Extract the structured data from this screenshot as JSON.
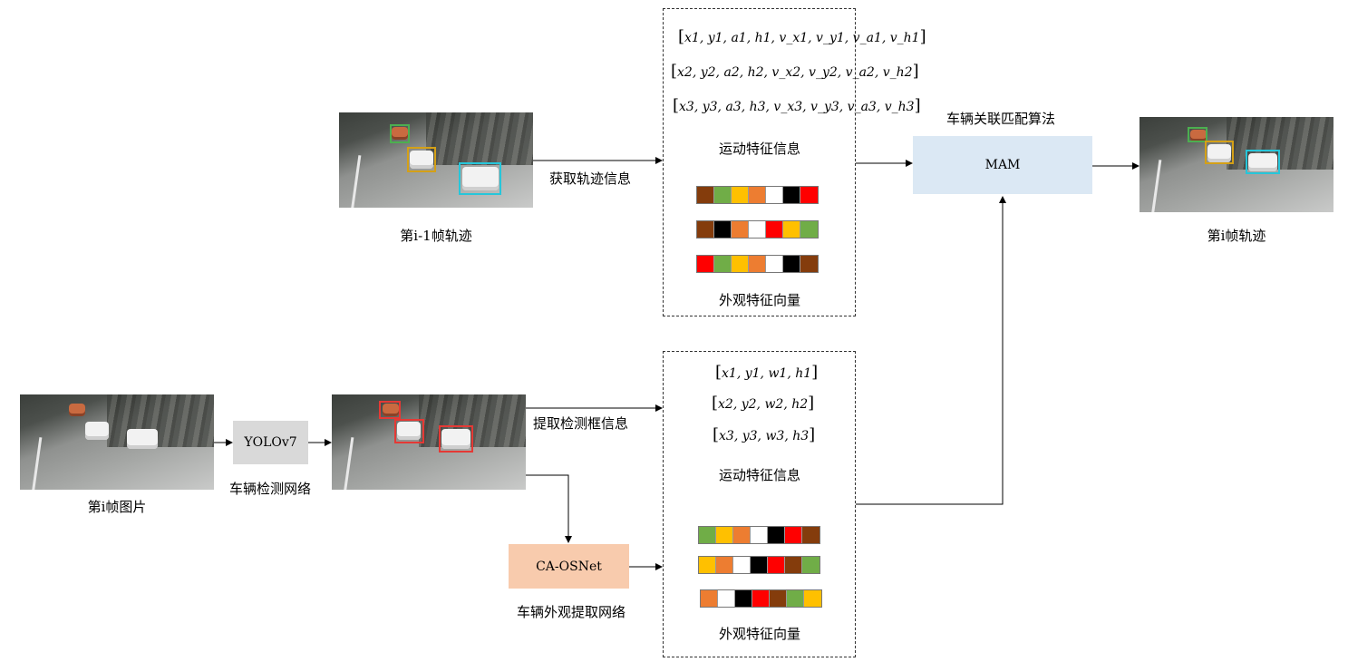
{
  "colors": {
    "brown": "#843c0c",
    "green": "#70ad47",
    "yellow": "#ffc000",
    "orange": "#ed7d31",
    "white": "#ffffff",
    "black": "#000000",
    "red": "#ff0000",
    "box_green": "#4caf50",
    "box_yellow": "#d4a017",
    "box_cyan": "#26c6da",
    "box_red": "#e53935"
  },
  "top_branch": {
    "prev_frame_caption": "第i-1帧轨迹",
    "arrow_label": "获取轨迹信息",
    "motion_formulas": [
      "x1, y1, a1, h1, v_x1, v_y1, v_a1, v_h1",
      "x2, y2, a2, h2, v_x2, v_y2, v_a2, v_h2",
      "x3, y3, a3, h3, v_x3, v_y3, v_a3, v_h3"
    ],
    "motion_caption": "运动特征信息",
    "appearance_caption": "外观特征向量",
    "appearance_vectors": [
      [
        "brown",
        "green",
        "yellow",
        "orange",
        "white",
        "black",
        "red"
      ],
      [
        "brown",
        "black",
        "orange",
        "white",
        "red",
        "yellow",
        "green"
      ],
      [
        "red",
        "green",
        "yellow",
        "orange",
        "white",
        "black",
        "brown"
      ]
    ]
  },
  "matching": {
    "title": "车辆关联匹配算法",
    "block_label": "MAM",
    "output_caption": "第i帧轨迹"
  },
  "bottom_branch": {
    "input_caption": "第i帧图片",
    "detector_label": "YOLOv7",
    "detector_caption": "车辆检测网络",
    "arrow_label": "提取检测框信息",
    "reid_label": "CA-OSNet",
    "reid_caption": "车辆外观提取网络",
    "motion_formulas": [
      "x1, y1, w1, h1",
      "x2, y2, w2, h2",
      "x3, y3, w3, h3"
    ],
    "motion_caption": "运动特征信息",
    "appearance_caption": "外观特征向量",
    "appearance_vectors": [
      [
        "green",
        "yellow",
        "orange",
        "white",
        "black",
        "red",
        "brown"
      ],
      [
        "yellow",
        "orange",
        "white",
        "black",
        "red",
        "brown",
        "green"
      ],
      [
        "orange",
        "white",
        "black",
        "red",
        "brown",
        "green",
        "yellow"
      ]
    ]
  }
}
